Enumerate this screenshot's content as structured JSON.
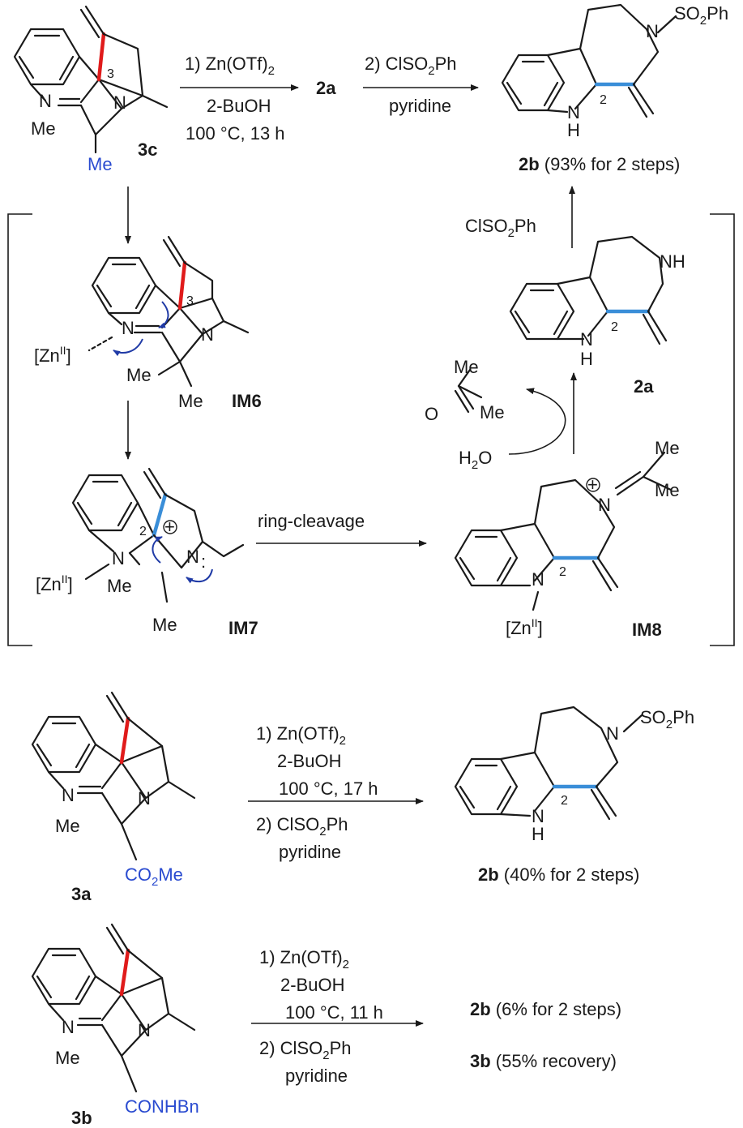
{
  "top": {
    "sm_label": "3c",
    "sm_me1": "Me",
    "sm_me_blue": "Me",
    "step1_l1": "1) Zn(OTf)",
    "step1_l1_sub": "2",
    "step1_l2": "2-BuOH",
    "step1_l3": "100 °C, 13 h",
    "mid": "2a",
    "step2_l1a": "2) ClSO",
    "step2_l1_sub": "2",
    "step2_l1b": "Ph",
    "step2_l2": "pyridine",
    "prod_sul_a": "SO",
    "prod_sul_sub": "2",
    "prod_sul_b": "Ph",
    "prod_yield_label": "2b",
    "prod_yield_text": " (93% for 2 steps)"
  },
  "mech": {
    "im6": "IM6",
    "im7": "IM7",
    "im8": "IM8",
    "zn": "[Zn",
    "zn_sup": "II",
    "zn_close": "]",
    "me": "Me",
    "ring_cleavage": "ring-cleavage",
    "h2o_a": "H",
    "h2o_sub": "2",
    "h2o_b": "O",
    "acetone_me": "Me",
    "acetone_o": "O",
    "im2a": "2a",
    "clso2ph_a": "ClSO",
    "clso2ph_sub": "2",
    "clso2ph_b": "Ph",
    "nh": "NH",
    "n": "N",
    "h": "H",
    "c2": "2",
    "c3": "3",
    "plus": "+"
  },
  "rxn_a": {
    "sm_label": "3a",
    "sm_sub": "CO",
    "sm_sub_sub": "2",
    "sm_sub_b": "Me",
    "me": "Me",
    "l1": "1) Zn(OTf)",
    "l1_sub": "2",
    "l2": "2-BuOH",
    "l3": "100 °C, 17 h",
    "l4a": "2) ClSO",
    "l4_sub": "2",
    "l4b": "Ph",
    "l5": "pyridine",
    "prod_label": "2b",
    "prod_text": " (40% for 2 steps)",
    "sul_a": "SO",
    "sul_sub": "2",
    "sul_b": "Ph"
  },
  "rxn_b": {
    "sm_label": "3b",
    "sm_sub": "CONHBn",
    "me": "Me",
    "l1": "1) Zn(OTf)",
    "l1_sub": "2",
    "l2": "2-BuOH",
    "l3": "100 °C, 11 h",
    "l4a": "2) ClSO",
    "l4_sub": "2",
    "l4b": "Ph",
    "l5": "pyridine",
    "out1_label": "2b",
    "out1_text": " (6% for 2 steps)",
    "out2_label": "3b",
    "out2_text": " (55% recovery)"
  },
  "colors": {
    "red_bond": "#e01b1b",
    "cyan_bond": "#3a8ed8",
    "blue_text": "#2a4bd0",
    "arrow_blue": "#1f3aa6"
  }
}
